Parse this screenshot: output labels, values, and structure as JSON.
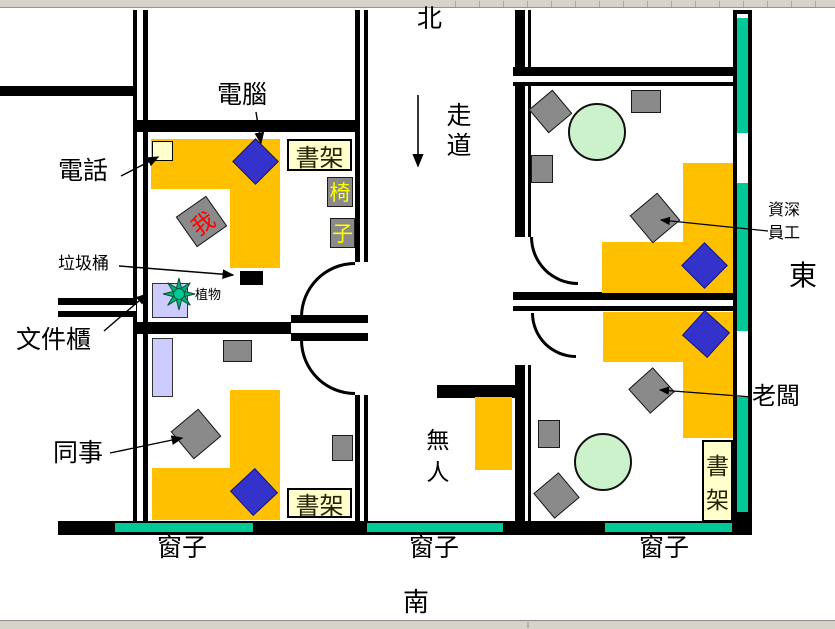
{
  "compass": {
    "north": "北",
    "south": "南",
    "east": "東"
  },
  "corridor": {
    "label": "走道"
  },
  "plan_labels": {
    "computer": "電腦",
    "phone": "電話",
    "trash_can": "垃圾桶",
    "plant": "植物",
    "file_cabinet": "文件櫃",
    "colleague": "同事",
    "me": "我",
    "chair_char_1": "椅",
    "chair_char_2": "子",
    "bookshelf": "書架",
    "bookshelf_char_1": "書",
    "bookshelf_char_2": "架",
    "senior_staff_line_1": "資深",
    "senior_staff_line_2": "員工",
    "boss": "老闆",
    "nobody": "無人"
  },
  "window_labels": [
    "窗子",
    "窗子",
    "窗子"
  ],
  "colors": {
    "wall": "#000000",
    "desk": "#FFC000",
    "computer": "#3333CC",
    "chair": "#8A8A8A",
    "round_table": "#CCF2CC",
    "cabinet": "#CCCCFF",
    "shelf_label_bg": "#FFFFCC",
    "window": "#00C896",
    "me_text": "#FF0000",
    "chair_label_text": "#FFFF00"
  }
}
